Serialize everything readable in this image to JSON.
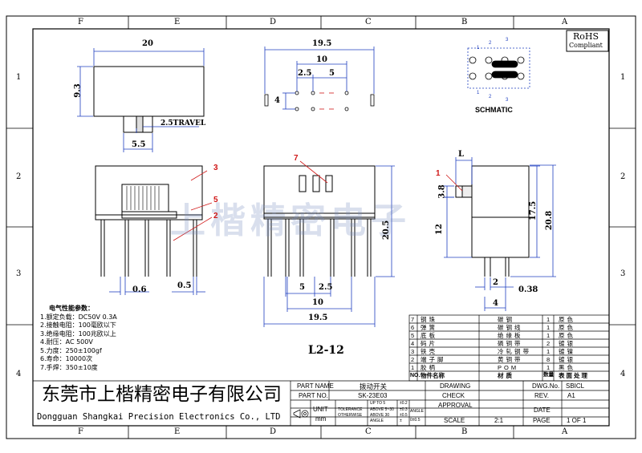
{
  "grid": {
    "cols_top": [
      "F",
      "E",
      "D",
      "C",
      "B",
      "A"
    ],
    "cols_bottom": [
      "F",
      "E",
      "D",
      "C",
      "B",
      "A"
    ],
    "rows": [
      "1",
      "2",
      "3",
      "4"
    ]
  },
  "rohs": {
    "line1": "RoHS",
    "line2": "Compliant"
  },
  "schematic_label": "SCHMATIC",
  "schematic_digits": [
    "1",
    "2",
    "3",
    "1",
    "2",
    "3"
  ],
  "dims": {
    "top_width": "20",
    "top_height": "9.3",
    "travel": "2.5TRAVEL",
    "knob_w": "5.5",
    "pcb_total": "19.5",
    "pcb_10": "10",
    "pcb_25": "2.5",
    "pcb_5": "5",
    "pcb_4": "4",
    "side_06": "0.6",
    "side_05": "0.5",
    "front_5": "5",
    "front_25": "2.5",
    "front_10": "10",
    "front_195": "19.5",
    "front_205": "20.5",
    "r_L": "L",
    "r_38": "3.8",
    "r_12": "12",
    "r_175": "17.5",
    "r_208": "20.8",
    "r_2": "2",
    "r_038": "0.38",
    "r_4": "4"
  },
  "callouts": {
    "c3": "3",
    "c5": "5",
    "c2": "2",
    "c7": "7",
    "c1": "1"
  },
  "model": "L2-12",
  "watermark": "上楷精密电子",
  "specs": {
    "title": "电气性能参数：",
    "lines": [
      "1.额定负载：DC50V 0.3A",
      "2.接触电阻：100毫欧以下",
      "3.绝缘电阻：100兆欧以上",
      "4.耐压：AC 500V",
      "5.力度：250±100gf",
      "6.寿命：10000次",
      "7.手焊：350±10度"
    ]
  },
  "bom": {
    "rows": [
      [
        "7",
        "钢珠",
        "碳钢",
        "1",
        "原色"
      ],
      [
        "6",
        "弹簧",
        "碳钢线",
        "1",
        "原色"
      ],
      [
        "5",
        "底板",
        "绝缘板",
        "1",
        "原色"
      ],
      [
        "4",
        "码片",
        "磷铜带",
        "2",
        "镀银"
      ],
      [
        "3",
        "铁壳",
        "冷轧钢带",
        "1",
        "镀镍"
      ],
      [
        "2",
        "端子脚",
        "黄铜带",
        "8",
        "镀银"
      ],
      [
        "1",
        "胶柄",
        "POM",
        "1",
        "黑色"
      ]
    ],
    "header": [
      "NO.",
      "物件名称",
      "材质",
      "数量",
      "表面处理"
    ]
  },
  "title_block": {
    "company_cn": "东莞市上楷精密电子有限公司",
    "company_en": "Dongguan Shangkai Precision Electronics Co., LTD",
    "part_name_label": "PART NAME",
    "part_name": "拨动开关",
    "part_no_label": "PART NO.",
    "part_no": "SK-23E03",
    "unit_label": "UNIT",
    "unit_value": "mm",
    "tolerance_label": "TOLERANCE",
    "otherwise_label": "OTHERWISE",
    "tol_rows": [
      [
        "UP TO 5",
        "±0.2"
      ],
      [
        "ABOVE 5~30",
        "±0.3"
      ],
      [
        "ABOVE 30",
        "±0.5"
      ],
      [
        "ANGLE",
        "±"
      ]
    ],
    "angle_label": "ANGLE",
    "angle_value": "0±0.5",
    "drawing_label": "DRAWING",
    "check_label": "CHECK",
    "approval_label": "APPROVAL",
    "scale_label": "SCALE",
    "scale_value": "2:1",
    "dwg_label": "DWG.No.",
    "dwg_value": "SBICL",
    "rev_label": "REV.",
    "rev_value": "A1",
    "date_label": "DATE",
    "page_label": "PAGE",
    "page_value": "1 OF 1"
  }
}
